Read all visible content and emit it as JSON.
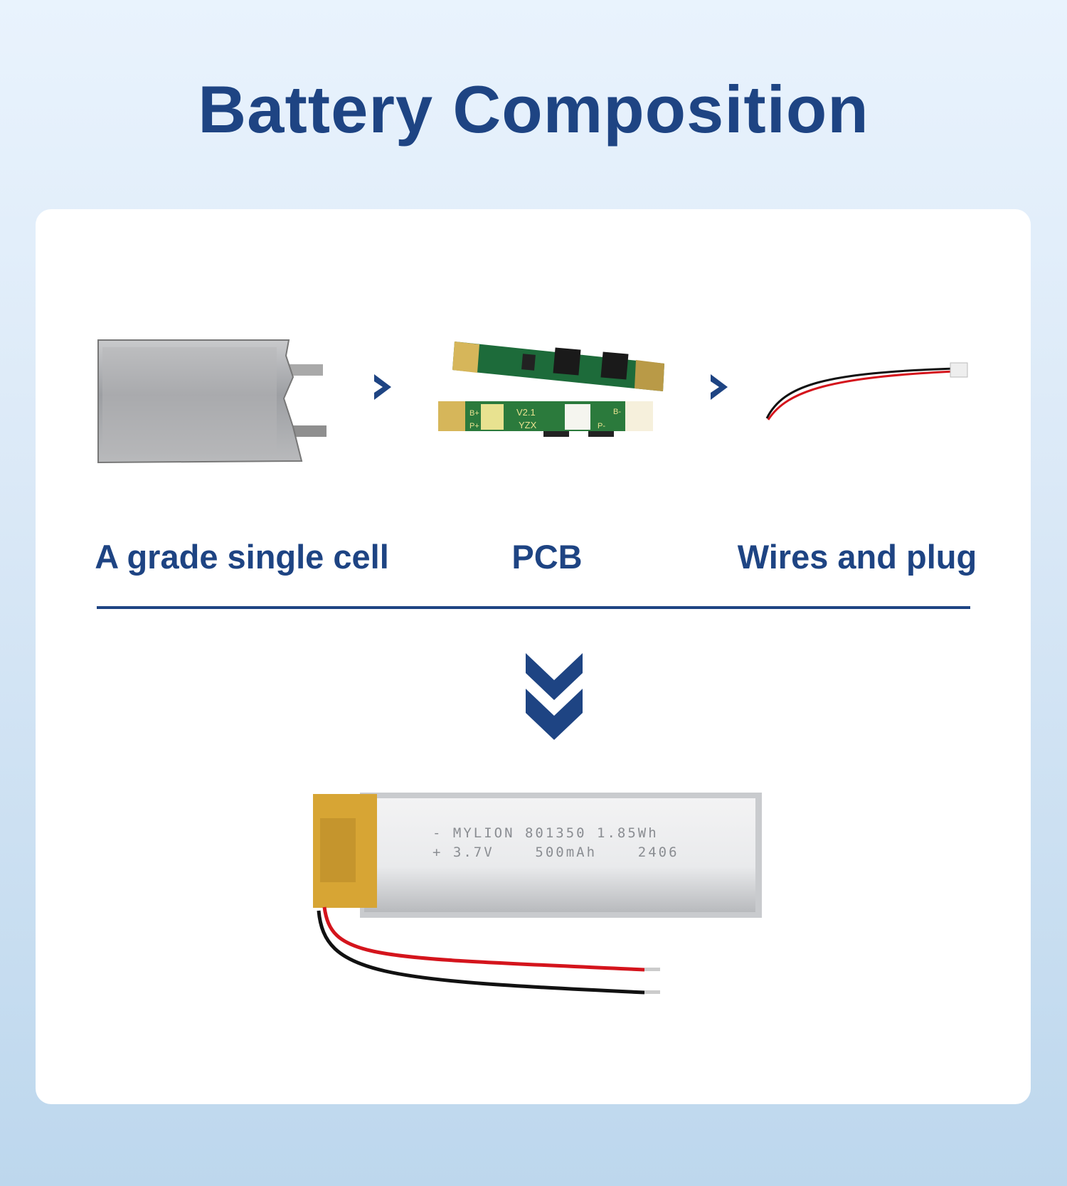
{
  "header": {
    "title": "Battery Composition"
  },
  "components": [
    {
      "label": "A grade single cell",
      "icon": "battery-cell-image"
    },
    {
      "label": "PCB",
      "icon": "pcb-image"
    },
    {
      "label": "Wires and plug",
      "icon": "wires-plug-image"
    }
  ],
  "pcb_markings": {
    "b_plus": "B+",
    "p_plus": "P+",
    "version": "V2.1",
    "maker": "YZX",
    "p_minus": "P-",
    "b_minus": "B-"
  },
  "product": {
    "line1": "- MYLION 801350 1.85Wh",
    "line2": "+ 3.7V    500mAh    2406"
  },
  "colors": {
    "accent": "#1e4483",
    "card": "#ffffff"
  }
}
